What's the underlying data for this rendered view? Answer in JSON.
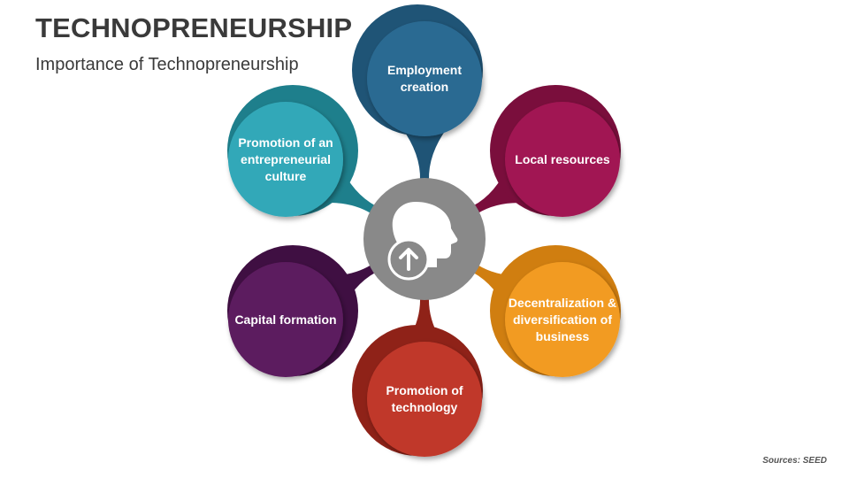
{
  "header": {
    "title": "TECHNOPRENEURSHIP",
    "subtitle": "Importance of Technopreneurship"
  },
  "footer": {
    "source": "Sources: SEED"
  },
  "diagram": {
    "center_icons": [
      "head-profile-icon",
      "up-arrow-icon"
    ],
    "nodes": [
      {
        "label": "Employment creation",
        "color": "#2b6a92",
        "shade": "#1f5476"
      },
      {
        "label": "Local resources",
        "color": "#a11752",
        "shade": "#7a0e3c"
      },
      {
        "label": "Decentralization & diversification of business",
        "color": "#f29b21",
        "shade": "#d07e10"
      },
      {
        "label": "Promotion of technology",
        "color": "#c0392b",
        "shade": "#8f2218"
      },
      {
        "label": "Capital formation",
        "color": "#5c1a5e",
        "shade": "#3f0f42"
      },
      {
        "label": "Promotion of an entrepreneurial culture",
        "color": "#33a8b8",
        "shade": "#1e7f8c"
      }
    ],
    "center_color": "#898989"
  }
}
